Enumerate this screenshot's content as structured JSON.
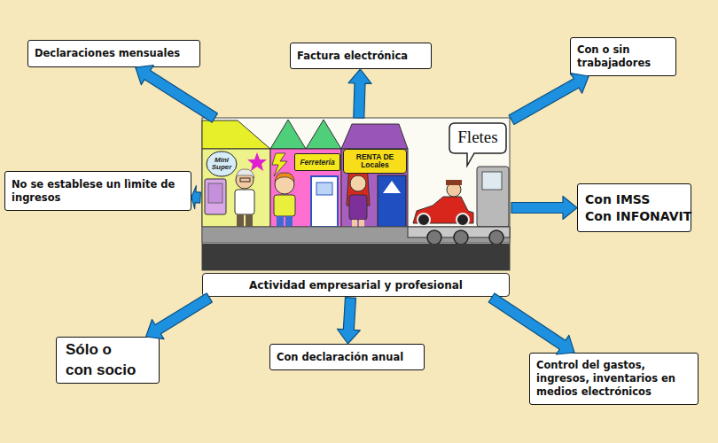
{
  "diagram": {
    "nodes": [
      {
        "text": [
          "Actividad empresarial y profesional"
        ]
      },
      {
        "text": [
          "Mini Super"
        ],
        "in": 0
      },
      {
        "text": [
          "Ferretería"
        ],
        "in": 0
      },
      {
        "text": [
          "RENTA DE Locales"
        ],
        "in": 0
      },
      {
        "text": [
          "Fletes"
        ],
        "in": 0
      },
      {
        "text": [
          "Declaraciones mensuales"
        ]
      },
      {
        "text": [
          "Factura electrónica"
        ]
      },
      {
        "text": [
          "Con o sin trabajadores"
        ]
      },
      {
        "text": [
          "No se establese un lìmite de ingresos"
        ]
      },
      {
        "text": [
          "Con IMSS",
          "Con INFONAVIT"
        ]
      },
      {
        "text": [
          "Sólo o con socio"
        ]
      },
      {
        "text": [
          "Con declaración anual"
        ]
      },
      {
        "text": [
          "Control del gastos, ingresos, inventarios en medios electrónicos"
        ]
      }
    ],
    "edges": [
      {
        "from": 0,
        "to": 5,
        "arrow": "to"
      },
      {
        "from": 0,
        "to": 6,
        "arrow": "to"
      },
      {
        "from": 0,
        "to": 7,
        "arrow": "to"
      },
      {
        "from": 0,
        "to": 8,
        "arrow": "to"
      },
      {
        "from": 0,
        "to": 9,
        "arrow": "to"
      },
      {
        "from": 0,
        "to": 10,
        "arrow": "to"
      },
      {
        "from": 0,
        "to": 11,
        "arrow": "to"
      },
      {
        "from": 0,
        "to": 12,
        "arrow": "to"
      }
    ]
  }
}
